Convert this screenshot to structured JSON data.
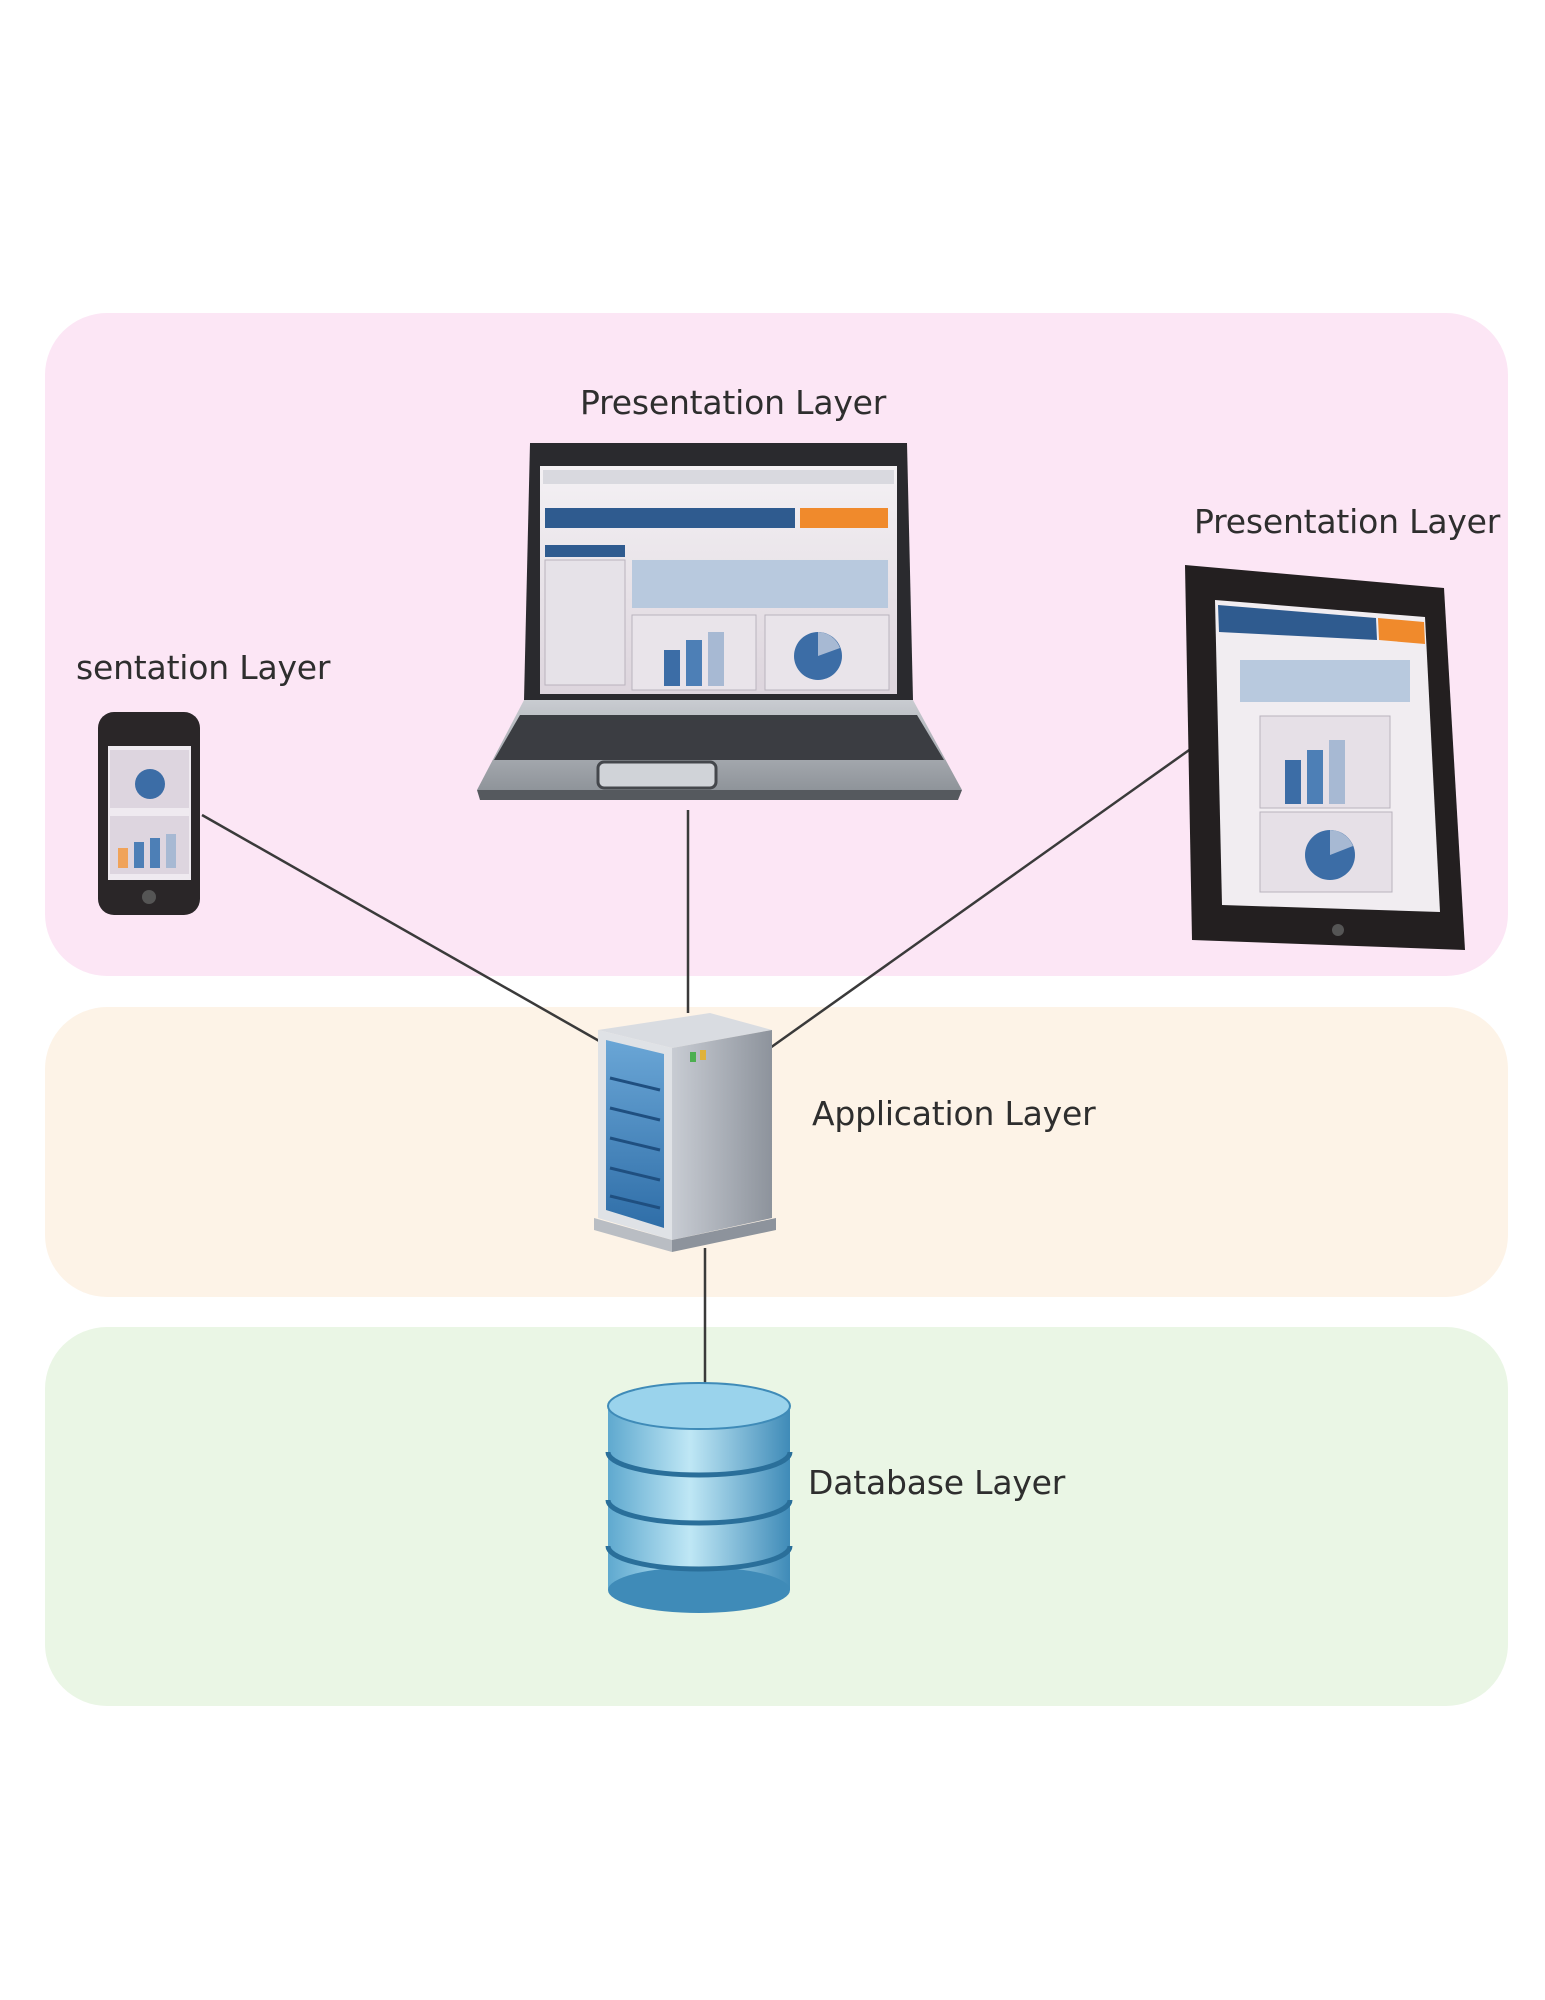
{
  "diagram": {
    "layers": {
      "laptop_label": "Presentation Layer",
      "tablet_label": "Presentation Layer",
      "phone_label": "sentation Layer",
      "application_label": "Application Layer",
      "database_label": "Database Layer"
    },
    "colors": {
      "presentation_band": "#fce6f5",
      "application_band": "#fdf3e7",
      "database_band": "#eaf6e5",
      "screen_header": "#2f5b8f",
      "accent_orange": "#f08a2c",
      "connector": "#3a3a3a"
    },
    "icons": [
      "smartphone-icon",
      "laptop-icon",
      "tablet-icon",
      "server-icon",
      "database-icon"
    ]
  }
}
